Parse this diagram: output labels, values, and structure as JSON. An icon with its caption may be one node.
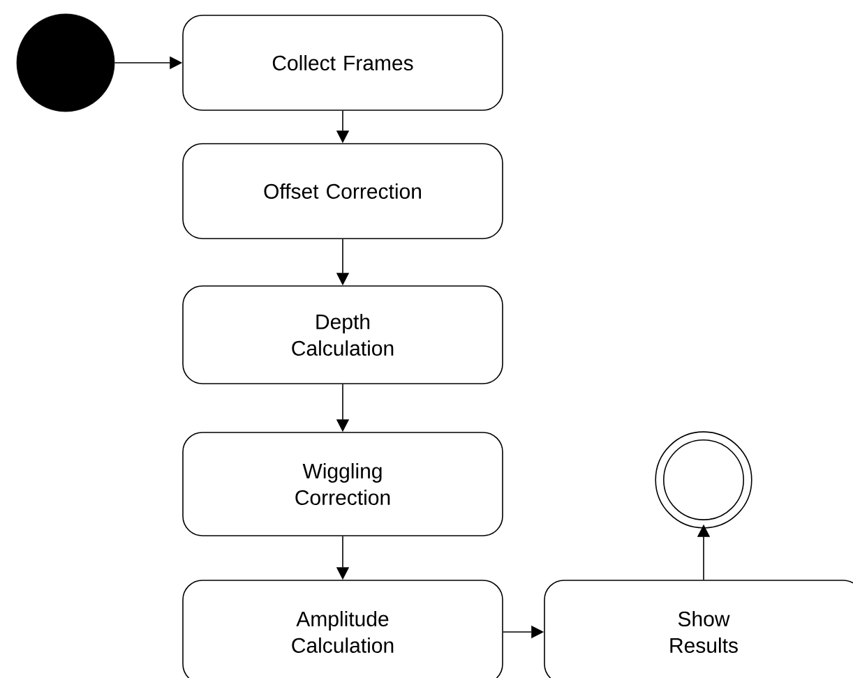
{
  "diagram": {
    "nodes": [
      {
        "text": [],
        "shape": "circle"
      },
      {
        "text": [
          "Collect Frames"
        ]
      },
      {
        "text": [
          "Offset Correction"
        ]
      },
      {
        "text": [
          "Depth Calculation"
        ]
      },
      {
        "text": [
          "Wiggling Correction"
        ]
      },
      {
        "text": [
          "Amplitude Calculation"
        ]
      },
      {
        "text": [
          "Show Results"
        ]
      },
      {
        "text": [],
        "shape": "circle"
      }
    ],
    "edges": [
      {
        "from": 0,
        "to": 1,
        "arrow": "to"
      },
      {
        "from": 1,
        "to": 2,
        "arrow": "to"
      },
      {
        "from": 2,
        "to": 3,
        "arrow": "to"
      },
      {
        "from": 3,
        "to": 4,
        "arrow": "to"
      },
      {
        "from": 4,
        "to": 5,
        "arrow": "to"
      },
      {
        "from": 5,
        "to": 6,
        "arrow": "to"
      },
      {
        "from": 6,
        "to": 7,
        "arrow": "to"
      }
    ]
  }
}
